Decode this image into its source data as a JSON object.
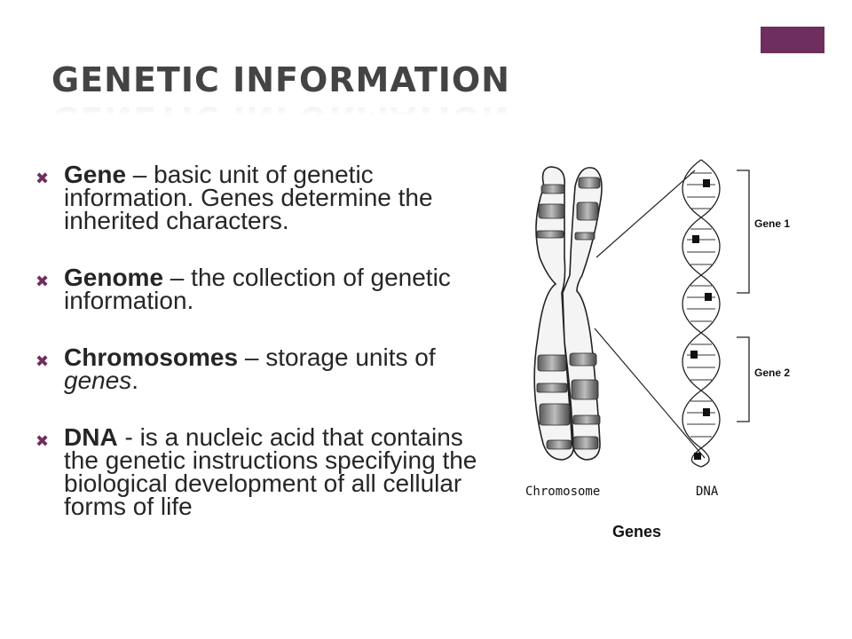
{
  "slide": {
    "title": "Genetic Information",
    "accent_color": "#6e2f5e"
  },
  "bullets": [
    {
      "term": "Gene",
      "sep": " – ",
      "text": "basic unit of genetic information. Genes determine the inherited characters."
    },
    {
      "term": "Genome",
      "sep": " – ",
      "text": "the collection of genetic information."
    },
    {
      "term": "Chromosomes",
      "sep": " – ",
      "text_before": "storage units of ",
      "text_italic": "genes",
      "text_after": "."
    },
    {
      "term": "DNA",
      "sep": " - ",
      "text": " is a nucleic acid that contains the genetic instructions specifying the biological development of all cellular forms of life"
    }
  ],
  "figure": {
    "gene1_label": "Gene 1",
    "gene2_label": "Gene 2",
    "chromosome_label": "Chromosome",
    "dna_label": "DNA",
    "caption": "Genes"
  }
}
